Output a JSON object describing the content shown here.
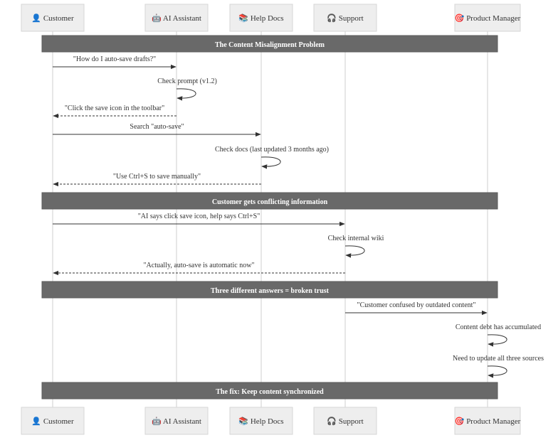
{
  "participants": [
    {
      "id": "customer",
      "icon": "person-icon",
      "glyph": "👤",
      "label": "Customer"
    },
    {
      "id": "ai",
      "icon": "robot-icon",
      "glyph": "🤖",
      "label": "AI Assistant"
    },
    {
      "id": "docs",
      "icon": "books-icon",
      "glyph": "📚",
      "label": "Help Docs"
    },
    {
      "id": "support",
      "icon": "headphones-icon",
      "glyph": "🎧",
      "label": "Support"
    },
    {
      "id": "pm",
      "icon": "target-icon",
      "glyph": "🎯",
      "label": "Product Manager"
    }
  ],
  "sequence": [
    {
      "kind": "note",
      "text": "The Content Misalignment Problem"
    },
    {
      "kind": "message",
      "from": "customer",
      "to": "ai",
      "style": "solid",
      "text": "\"How do I auto-save drafts?\""
    },
    {
      "kind": "self",
      "actor": "ai",
      "text": "Check prompt (v1.2)"
    },
    {
      "kind": "message",
      "from": "ai",
      "to": "customer",
      "style": "dashed",
      "text": "\"Click the save icon in the toolbar\""
    },
    {
      "kind": "message",
      "from": "customer",
      "to": "docs",
      "style": "solid",
      "text": "Search \"auto-save\""
    },
    {
      "kind": "self",
      "actor": "docs",
      "text": "Check docs (last updated 3 months ago)"
    },
    {
      "kind": "message",
      "from": "docs",
      "to": "customer",
      "style": "dashed",
      "text": "\"Use Ctrl+S to save manually\""
    },
    {
      "kind": "note",
      "text": "Customer gets conflicting information"
    },
    {
      "kind": "message",
      "from": "customer",
      "to": "support",
      "style": "solid",
      "text": "\"AI says click save icon, help says Ctrl+S\""
    },
    {
      "kind": "self",
      "actor": "support",
      "text": "Check internal wiki"
    },
    {
      "kind": "message",
      "from": "support",
      "to": "customer",
      "style": "dashed",
      "text": "\"Actually, auto-save is automatic now\""
    },
    {
      "kind": "note",
      "text": "Three different answers = broken trust"
    },
    {
      "kind": "message",
      "from": "support",
      "to": "pm",
      "style": "solid",
      "text": "\"Customer confused by outdated content\""
    },
    {
      "kind": "self",
      "actor": "pm",
      "text": "Content debt has accumulated"
    },
    {
      "kind": "self",
      "actor": "pm",
      "text": "Need to update all three sources"
    },
    {
      "kind": "note",
      "text": "The fix: Keep content synchronized"
    }
  ],
  "colors": {
    "note_bg": "#696969",
    "actor_bg": "#eeeeee",
    "line": "#333333",
    "lifeline": "#cfcfcf"
  }
}
